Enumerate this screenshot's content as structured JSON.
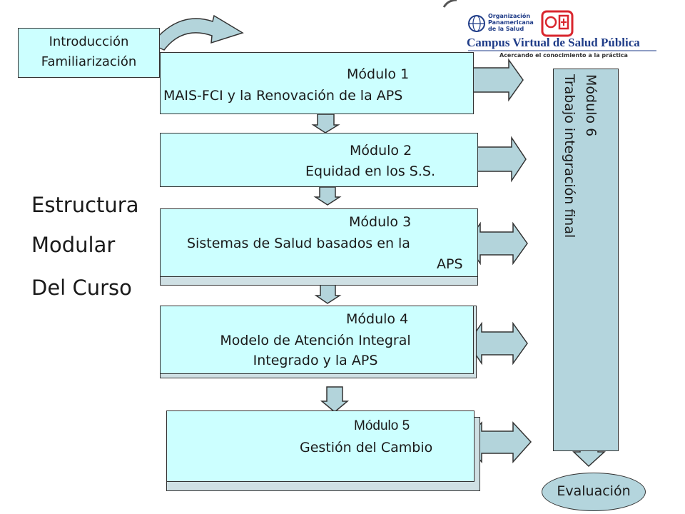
{
  "intro": {
    "line1": "Introducción",
    "line2": "Familiarización"
  },
  "title": {
    "line1": "Estructura",
    "line2": "Modular",
    "line3": "Del Curso"
  },
  "modules": [
    {
      "num": "Módulo 1",
      "name": "MAIS-FCI y la Renovación de la APS"
    },
    {
      "num": "Módulo 2",
      "name": "Equidad en los S.S."
    },
    {
      "num": "Módulo 3",
      "name": "Sistemas de Salud basados en la",
      "name2": "APS"
    },
    {
      "num": "Módulo 4",
      "name": "Modelo de Atención Integral",
      "name2": "Integrado y la APS"
    },
    {
      "num": "Módulo 5",
      "name": "Gestión del Cambio"
    }
  ],
  "module6": {
    "num": "Módulo 6",
    "name": "Trabajo integración final"
  },
  "evaluation": "Evaluación",
  "logo": {
    "org_line1": "Organización",
    "org_line2": "Panamericana",
    "org_line3": "de la Salud",
    "campus": "Campus Virtual de Salud Pública",
    "tagline": "Acercando el conocimiento a la práctica"
  },
  "colors": {
    "box_fill": "#ccffff",
    "column_fill": "#b4d5dd",
    "arrow_fill": "#b3d4db",
    "logo_blue": "#1f3c88",
    "logo_red": "#d9262e"
  }
}
